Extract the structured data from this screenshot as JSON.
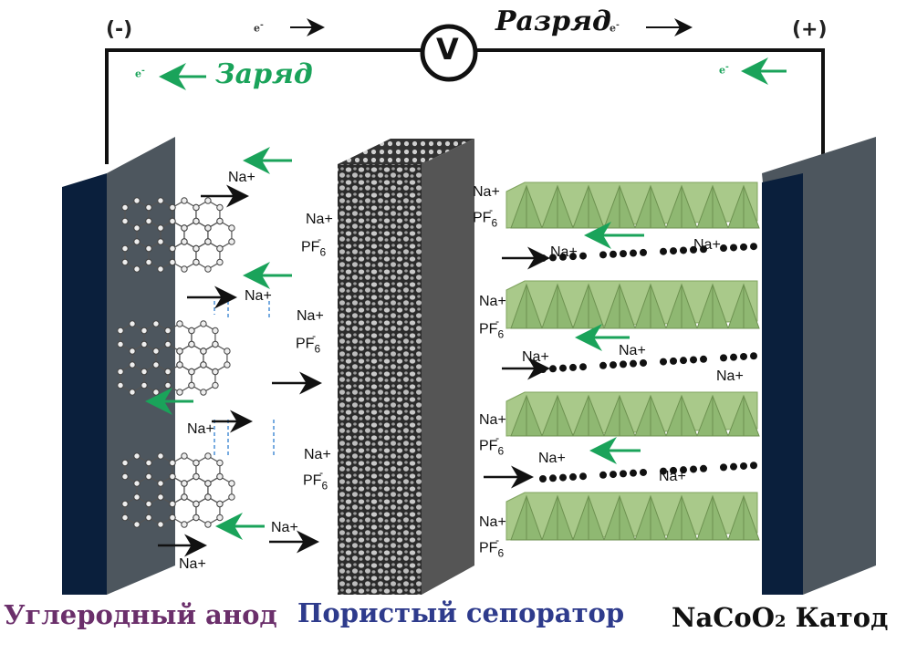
{
  "circuit": {
    "negative_terminal": "(-)",
    "positive_terminal": "(+)",
    "meter_symbol": "V",
    "electron_symbol": "e",
    "electron_charge": "-",
    "discharge_label": "Разряд",
    "charge_label": "Заряд"
  },
  "ions": {
    "sodium": "Na+",
    "pf_base": "PF",
    "pf_sub": "6",
    "pf_charge": "-"
  },
  "captions": {
    "anode": "Углеродный анод",
    "separator": "Пористый сепоратор",
    "cathode_formula": "NaCoO",
    "cathode_formula_sub": "2",
    "cathode_word": "Катод"
  },
  "colors": {
    "electrode_front": "#0a1f3c",
    "electrode_side": "#4d565e",
    "charge_green": "#1aa35a",
    "cathode_layer": "#a9c98a",
    "anode_caption": "#6b2f6b",
    "separator_caption": "#2e3b8c",
    "cathode_caption": "#111111"
  }
}
